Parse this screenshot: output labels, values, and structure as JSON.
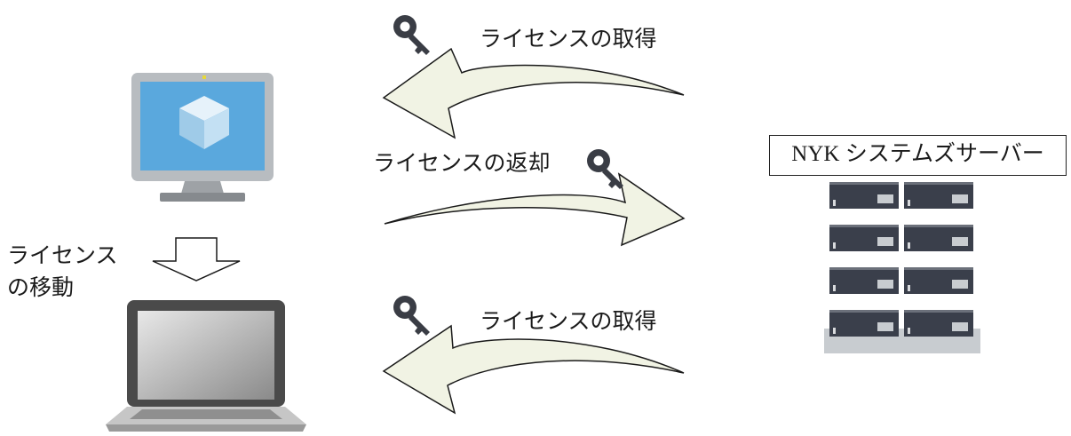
{
  "labels": {
    "acquire_top": "ライセンスの取得",
    "return": "ライセンスの返却",
    "acquire_bottom": "ライセンスの取得",
    "move_line1": "ライセンス",
    "move_line2": "の移動",
    "server": "NYK システムズサーバー"
  },
  "colors": {
    "arrow_fill": "#f1f3e4",
    "arrow_stroke": "#1a1a1a",
    "key": "#3a3d45",
    "monitor_frame": "#b8bcc0",
    "monitor_screen": "#5aa8dd",
    "laptop_frame": "#4a4a4a",
    "server_unit": "#3a3f4b",
    "server_panel": "#c8ccd0"
  },
  "icons": [
    "desktop-monitor-icon",
    "laptop-icon",
    "server-rack-icon",
    "key-icon",
    "down-arrow-icon"
  ]
}
